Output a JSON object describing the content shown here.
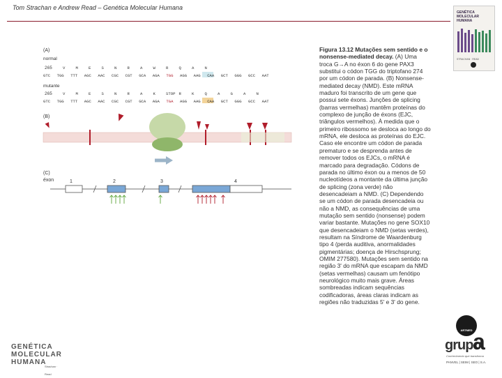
{
  "header": {
    "text": "Tom Strachan e Andrew Read – Genética Molecular Humana"
  },
  "cover": {
    "title_lines": [
      "GENÉTICA",
      "MOLECULAR",
      "HUMANA"
    ],
    "small_text": "STRACHAN · READ"
  },
  "figure": {
    "panel_a": "(A)",
    "normal_label": "normal",
    "mutant_label": "mutante",
    "codon_number": "265",
    "normal_aa": [
      "V",
      "M",
      "E",
      "S",
      "N",
      "R",
      "A",
      "W",
      "R",
      "Q",
      "A",
      "N"
    ],
    "normal_codons": [
      "GTC",
      "TGG",
      "TTT",
      "AGC",
      "AAC",
      "CGC",
      "CGT",
      "GCA",
      "AGA",
      "TGG",
      "AGG",
      "AAG",
      "CAA",
      "GCT",
      "GGG",
      "GCC",
      "AAT"
    ],
    "mutant_aa": [
      "V",
      "M",
      "E",
      "S",
      "N",
      "R",
      "A",
      "K",
      "STOP",
      "R",
      "K",
      "Q",
      "A",
      "G",
      "A",
      "N"
    ],
    "mutant_codons": [
      "GTC",
      "TGG",
      "TTT",
      "AGC",
      "AAC",
      "CGC",
      "CGT",
      "GCA",
      "AGA",
      "TGA",
      "AGG",
      "AAG",
      "CAA",
      "GCT",
      "GGG",
      "GCC",
      "AAT"
    ],
    "highlight_normal": "TGG",
    "highlight_mutant": "TGA",
    "panel_b": "(B)",
    "panel_c": "(C)",
    "exon_label": "éxon",
    "exon_numbers": [
      "1",
      "2",
      "3",
      "4"
    ]
  },
  "caption": {
    "title": "Figura 13.12 Mutações sem sentido e o nonsense-mediated decay.",
    "body": "(A) Uma troca G→A no éxon 6 do gene PAX3 substitui o códon TGG do triptofano 274 por um códon de parada. (B) Nonsense-mediated decay (NMD). Este mRNA maduro foi transcrito de um gene que possui sete éxons. Junções de splicing (barras vermelhas) mantêm proteínas do complexo de junção de éxons (EJC, triângulos vermelhos). À medida que o primeiro ribossomo se desloca ao longo do mRNA, ele desloca as proteínas do EJC. Caso ele encontre um códon de parada prematuro e se desprenda antes de remover todos os EJCs, o mRNA é marcado para degradação. Códons de parada no último éxon ou a menos de 50 nucleotídeos a montante da última junção de splicing (zona verde) não desencadeiam a NMD. (C) Dependendo se um códon de parada desencadeia ou não a NMD, as consequências de uma mutação sem sentido (nonsense) podem variar bastante. Mutações no gene SOX10 que desencadeiam o NMD (setas verdes), resultam na Síndrome de Waardenburg tipo 4 (perda auditiva, anormalidades pigmentárias; doença de Hirschsprung; OMIM 277580). Mutações sem sentido na região 3' do mRNA que escapam da NMD (setas vermelhas) causam um fenótipo neurológico muito mais grave. Áreas sombreadas indicam sequências codificadoras, áreas claras indicam as regiões não traduzidas 5' e 3' do gene."
  },
  "footer": {
    "book_logo_lines": [
      "GENÉTICA",
      "MOLECULAR",
      "HUMANA"
    ],
    "book_logo_small": "Strachan · Read",
    "publisher_badge": "ARTMED",
    "grupo_text": "grupo",
    "grupo_letter": "a",
    "grupo_tagline": "Conhecimento que transforma",
    "publisher_line": "PANVEL | SEIM | SEO | S.A."
  },
  "colors": {
    "accent": "#8a1c2c",
    "exon_fill": "#7aa7d6",
    "mrna_fill": "#f4dcd9",
    "ribosome": "#c6d9a8",
    "red_marker": "#b01d2b",
    "green_arrow": "#5ea63b"
  }
}
